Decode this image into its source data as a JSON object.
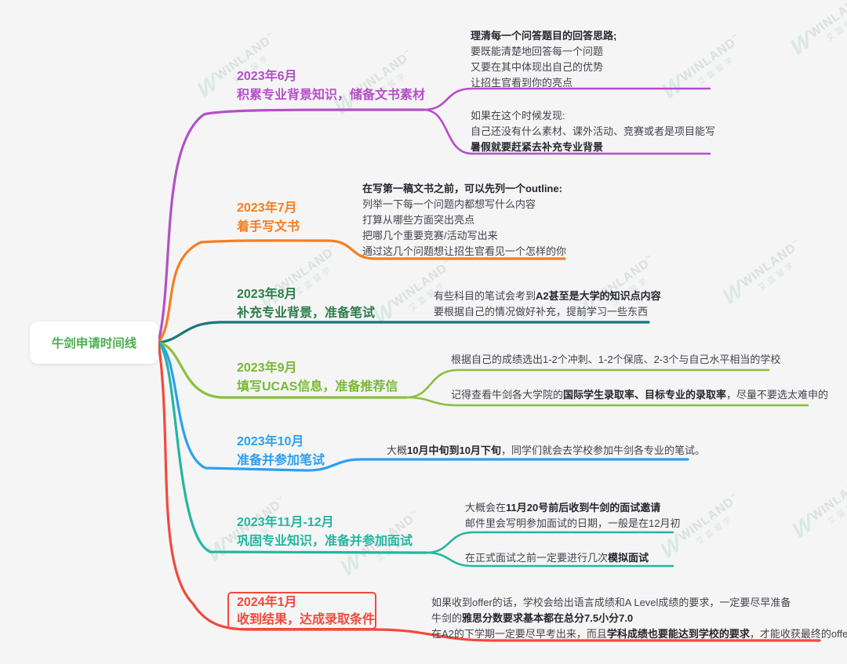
{
  "background": "#f5f5f6",
  "root": {
    "label": "牛剑申请时间线",
    "color": "#4bae4f"
  },
  "watermark": {
    "logo": "W",
    "brand": "WINLAND",
    "tm": "™",
    "cn": "艾蓝留学"
  },
  "branches": [
    {
      "id": "2023-06",
      "date": "2023年6月",
      "title": "积累专业背景知识，储备文书素材",
      "color": "#b44fc8",
      "children": [
        {
          "lines": [
            [
              {
                "t": "理清每一个问答题目的回答思路;",
                "b": true
              }
            ],
            [
              {
                "t": "要既能清楚地回答每一个问题"
              }
            ],
            [
              {
                "t": "又要在其中体现出自己的优势"
              }
            ],
            [
              {
                "t": "让招生官看到你的亮点"
              }
            ]
          ]
        },
        {
          "lines": [
            [
              {
                "t": "如果在这个时候发现:"
              }
            ],
            [
              {
                "t": "自己还没有什么素材、课外活动、竞赛或者是项目能写"
              }
            ],
            [
              {
                "t": "暑假就要赶紧去补充专业背景",
                "b": true
              }
            ]
          ]
        }
      ]
    },
    {
      "id": "2023-07",
      "date": "2023年7月",
      "title": "着手写文书",
      "color": "#f57e21",
      "children": [
        {
          "lines": [
            [
              {
                "t": "在写第一稿文书之前，可以先列一个outline:",
                "b": true
              }
            ],
            [
              {
                "t": "列举一下每一个问题内都想写什么内容"
              }
            ],
            [
              {
                "t": "打算从哪些方面突出亮点"
              }
            ],
            [
              {
                "t": "把哪几个重要竞赛/活动写出来"
              }
            ],
            [
              {
                "t": "通过这几个问题想让招生官看见一个怎样的你"
              }
            ]
          ]
        }
      ]
    },
    {
      "id": "2023-08",
      "date": "2023年8月",
      "title": "补充专业背景，准备笔试",
      "color": "#17787a",
      "text_color": "#2e7d4c",
      "children": [
        {
          "lines": [
            [
              {
                "t": "有些科目的笔试会考到"
              },
              {
                "t": "A2甚至是大学的知识点内容",
                "b": true
              }
            ],
            [
              {
                "t": "要根据自己的情况做好补充，提前学习一些东西"
              }
            ]
          ]
        }
      ]
    },
    {
      "id": "2023-09",
      "date": "2023年9月",
      "title": "填写UCAS信息，准备推荐信",
      "color": "#8ac03f",
      "text_color": "#79b838",
      "children": [
        {
          "lines": [
            [
              {
                "t": "根据自己的成绩选出1-2个冲刺、1-2个保底、2-3个与自己水平相当的学校"
              }
            ]
          ]
        },
        {
          "lines": [
            [
              {
                "t": "记得查看牛剑各大学院的"
              },
              {
                "t": "国际学生录取率、目标专业的录取率",
                "b": true
              },
              {
                "t": "，尽量不要选太难申的"
              }
            ]
          ]
        }
      ]
    },
    {
      "id": "2023-10",
      "date": "2023年10月",
      "title": "准备并参加笔试",
      "color": "#2d9ff0",
      "children": [
        {
          "lines": [
            [
              {
                "t": "大概"
              },
              {
                "t": "10月中旬到10月下旬",
                "b": true
              },
              {
                "t": "，同学们就会去学校参加牛剑各专业的笔试。"
              }
            ]
          ]
        }
      ]
    },
    {
      "id": "2023-11-12",
      "date": "2023年11月-12月",
      "title": "巩固专业知识，准备并参加面试",
      "color": "#23b6a1",
      "children": [
        {
          "lines": [
            [
              {
                "t": "大概会在"
              },
              {
                "t": "11月20号前后收到牛剑的面试邀请",
                "b": true
              }
            ],
            [
              {
                "t": "邮件里会写明参加面试的日期，一般是在12月初"
              }
            ]
          ]
        },
        {
          "lines": [
            [
              {
                "t": "在正式面试之前一定要进行几次"
              },
              {
                "t": "模拟面试",
                "b": true
              }
            ]
          ]
        }
      ]
    },
    {
      "id": "2024-01",
      "date": "2024年1月",
      "title": "收到结果，达成录取条件",
      "color": "#f2493c",
      "boxed": true,
      "children": [
        {
          "lines": [
            [
              {
                "t": "如果收到offer的话，学校会给出语言成绩和A Level成绩的要求，一定要尽早准备"
              }
            ],
            [
              {
                "t": "牛剑的"
              },
              {
                "t": "雅思分数要求基本都在总分7.5小分7.0",
                "b": true
              }
            ],
            [
              {
                "t": "在A2的下学期一定要尽早考出来，而且"
              },
              {
                "t": "学科成绩也要能达到学校的要求",
                "b": true
              },
              {
                "t": "，才能收获最终的offer"
              }
            ]
          ]
        }
      ]
    }
  ]
}
